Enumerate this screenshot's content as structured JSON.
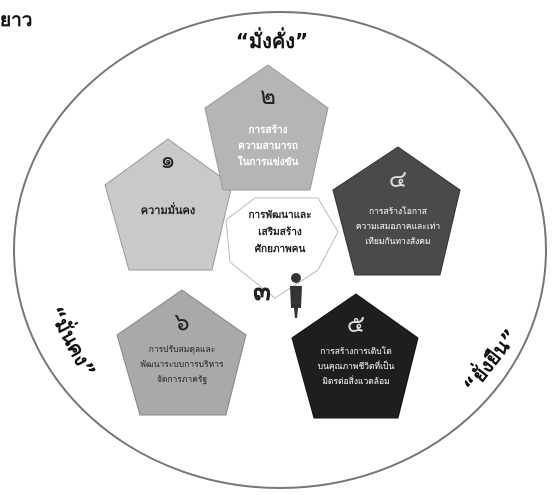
{
  "header_fragment": "ยาว",
  "outer_labels": {
    "top": "“มั่งคั่ง”",
    "left": "“มั่นคง”",
    "right": "“ยั่งยืน”"
  },
  "center": {
    "lines": [
      "การพัฒนาและ",
      "เสริมสร้าง",
      "ศักยภาพคน"
    ],
    "number": "๓"
  },
  "pentagons": [
    {
      "number": "๑",
      "lines": [
        "ความมั่นคง"
      ],
      "fill": "#c9c9c9",
      "text_color": "#222222"
    },
    {
      "number": "๒",
      "lines": [
        "การสร้าง",
        "ความสามารถ",
        "ในการแข่งขัน"
      ],
      "fill": "#b5b5b5",
      "text_color": "#ffffff"
    },
    {
      "number": "๔",
      "lines": [
        "การสร้างโอกาส",
        "ความเสมอภาคและเท่า",
        "เทียมกันทางสังคม"
      ],
      "fill": "#4a4a4a",
      "text_color": "#ffffff"
    },
    {
      "number": "๖",
      "lines": [
        "การปรับสมดุลและ",
        "พัฒนาระบบการบริหาร",
        "จัดการภาครัฐ"
      ],
      "fill": "#a9a9a9",
      "text_color": "#222222"
    },
    {
      "number": "๕",
      "lines": [
        "การสร้างการเติบโต",
        "บนคุณภาพชีวิตที่เป็น",
        "มิตรต่อสิ่งแวดล้อม"
      ],
      "fill": "#1e1e1e",
      "text_color": "#ffffff"
    }
  ],
  "colors": {
    "outline": "#666666",
    "center_fill": "#ffffff"
  }
}
